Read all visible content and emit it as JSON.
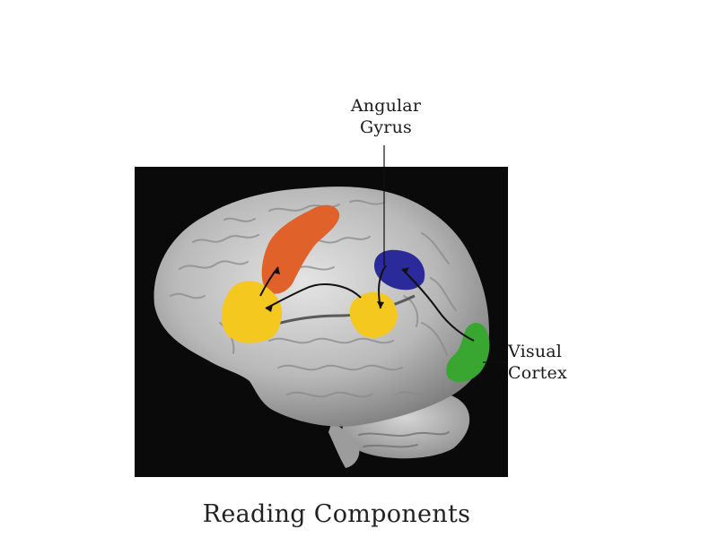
{
  "labels": {
    "angular_line1": "Angular",
    "angular_line2": "Gyrus",
    "visual_line1": "Visual",
    "visual_line2": "Cortex"
  },
  "caption": "Reading Components",
  "colors": {
    "background_panel": "#0a0a0a",
    "brain": "#bdbdbd",
    "orange_region": "#e0622a",
    "yellow_region": "#f4c81e",
    "blue_region": "#2a2a9a",
    "green_region": "#3aa632",
    "pathway": "#111111"
  }
}
